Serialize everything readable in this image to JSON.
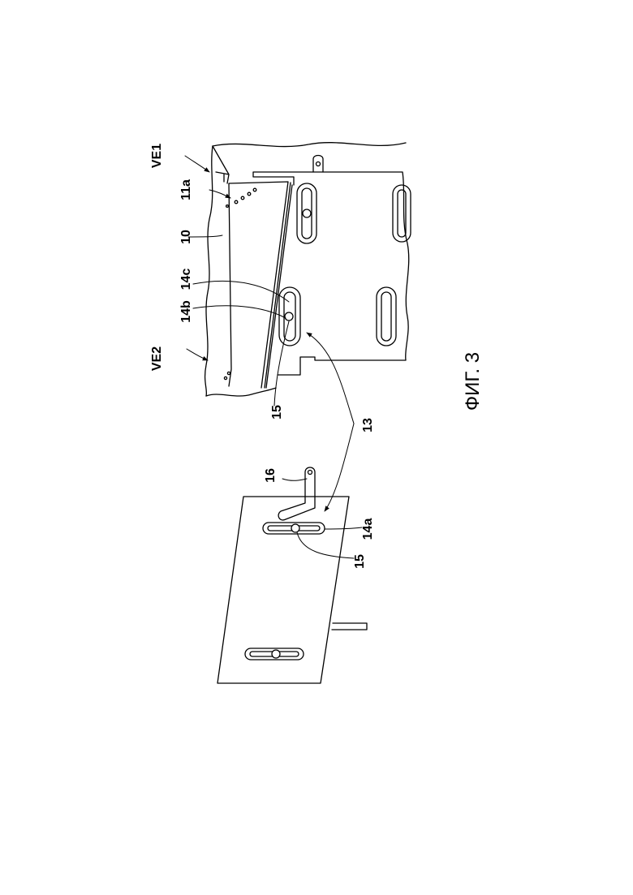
{
  "figure": {
    "caption": "ФИГ. 3",
    "labels": {
      "ve1": "VE1",
      "ve2": "VE2",
      "l11a": "11a",
      "l10": "10",
      "l14c": "14c",
      "l14b": "14b",
      "l15_upper": "15",
      "l13": "13",
      "l16": "16",
      "l14a": "14a",
      "l15_lower": "15"
    }
  }
}
